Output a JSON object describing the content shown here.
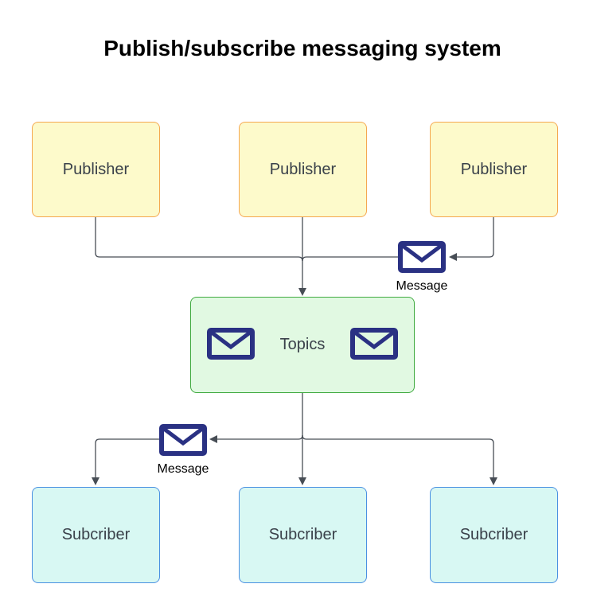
{
  "title": "Publish/subscribe messaging system",
  "publishers": [
    {
      "label": "Publisher"
    },
    {
      "label": "Publisher"
    },
    {
      "label": "Publisher"
    }
  ],
  "topics": {
    "label": "Topics"
  },
  "subscribers": [
    {
      "label": "Subcriber"
    },
    {
      "label": "Subcriber"
    },
    {
      "label": "Subcriber"
    }
  ],
  "messages": [
    {
      "label": "Message"
    },
    {
      "label": "Message"
    }
  ],
  "colors": {
    "publisher_fill": "#fdfacb",
    "publisher_border": "#f5a850",
    "topics_fill": "#e1f9e2",
    "topics_border": "#3faa3f",
    "subscriber_fill": "#d8f8f3",
    "subscriber_border": "#4a90e2",
    "envelope": "#2a3183",
    "connector": "#474d55"
  }
}
